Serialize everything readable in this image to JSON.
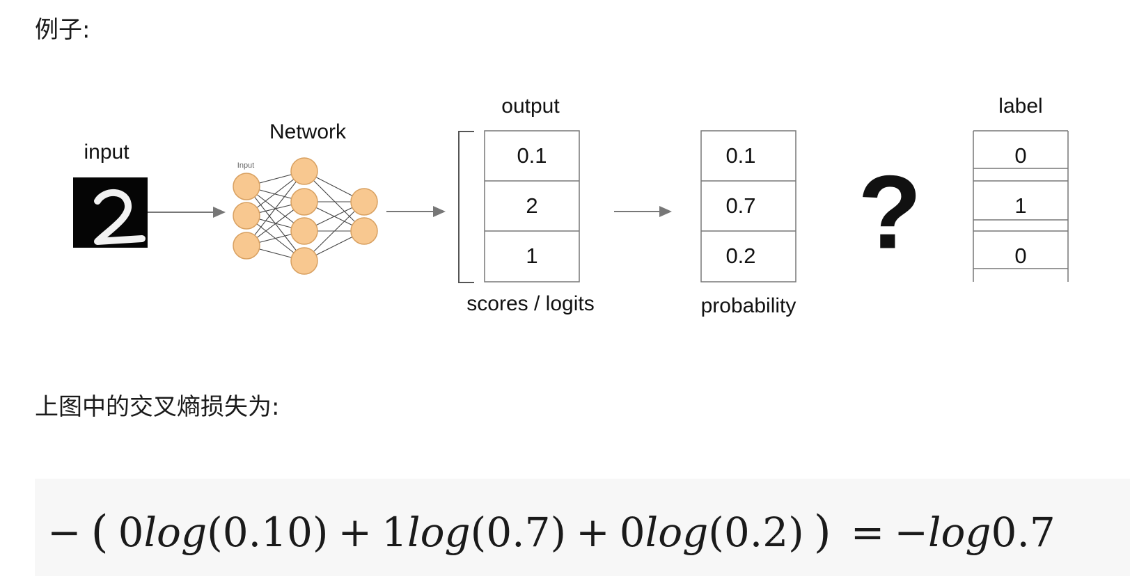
{
  "heading_example": "例子:",
  "heading_loss": "上图中的交叉熵损失为:",
  "diagram": {
    "input_label": "input",
    "input_digit": "2",
    "network_label": "Network",
    "network_input_label": "Input",
    "output_label": "output",
    "scores_label": "scores / logits",
    "scores": [
      "0.1",
      "2",
      "1"
    ],
    "probability_label": "probability",
    "probabilities": [
      "0.1",
      "0.7",
      "0.2"
    ],
    "question_mark": "?",
    "label_title": "label",
    "labels": [
      "0",
      "1",
      "0"
    ]
  },
  "formula": {
    "minus": "−",
    "open_outer": "(",
    "t1_coef": "0",
    "t1_log": "log",
    "t1_arg": "(0.10)",
    "plus1": "+",
    "t2_coef": "1",
    "t2_log": "log",
    "t2_arg": "(0.7)",
    "plus2": "+",
    "t3_coef": "0",
    "t3_log": "log",
    "t3_arg": "(0.2)",
    "close_outer": ")",
    "equals": "=",
    "rhs_minus": "−",
    "rhs_log": "log",
    "rhs_value": "0.7"
  }
}
